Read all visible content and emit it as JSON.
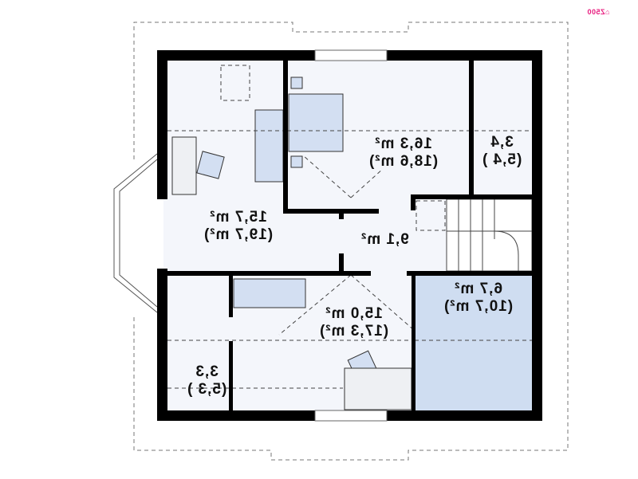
{
  "logo": {
    "text": "Z500"
  },
  "rooms": [
    {
      "id": "bedroom-master",
      "area": "16,3 m²",
      "total": "(18,6 m²)"
    },
    {
      "id": "closet-top",
      "area": "3,4",
      "total": "(5,4 )"
    },
    {
      "id": "bedroom-left",
      "area": "15,7 m²",
      "total": "(19,7 m²)"
    },
    {
      "id": "hall",
      "area": "9,1 m²"
    },
    {
      "id": "bathroom",
      "area": "6,7 m²",
      "total": "(10,7 m²)"
    },
    {
      "id": "bedroom-bottom",
      "area": "15,0 m²",
      "total": "(17,3 m²)"
    },
    {
      "id": "closet-bottom",
      "area": "3,3",
      "total": "(5,3 )"
    }
  ],
  "colors": {
    "wall": "#000000",
    "floor": "#f4f6fb",
    "furniture": "#d3dff2",
    "bathroom": "#cfddf1"
  }
}
